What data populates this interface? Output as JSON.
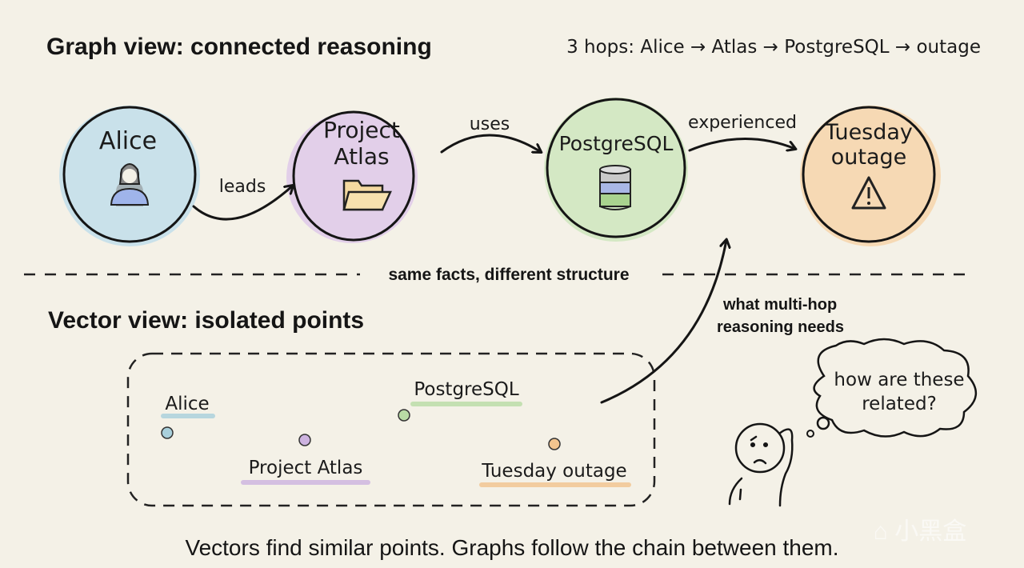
{
  "graph_view": {
    "title": "Graph view: connected reasoning",
    "hops_summary": "3 hops: Alice → Atlas → PostgreSQL → outage",
    "nodes": [
      {
        "line1": "Alice",
        "line2": "",
        "icon": "person-icon",
        "color": "#c9e1ea"
      },
      {
        "line1": "Project",
        "line2": "Atlas",
        "icon": "folder-icon",
        "color": "#e2cfe9"
      },
      {
        "line1": "PostgreSQL",
        "line2": "",
        "icon": "database-icon",
        "color": "#d4e8c4"
      },
      {
        "line1": "Tuesday",
        "line2": "outage",
        "icon": "warning-icon",
        "color": "#f6d9b4"
      }
    ],
    "edges": [
      {
        "label": "leads"
      },
      {
        "label": "uses"
      },
      {
        "label": "experienced"
      }
    ]
  },
  "divider_label": "same facts, different structure",
  "vector_view": {
    "title": "Vector view: isolated points",
    "points": [
      {
        "label": "Alice",
        "color": "#a9d0dc"
      },
      {
        "label": "Project Atlas",
        "color": "#cdb3e0"
      },
      {
        "label": "PostgreSQL",
        "color": "#b9dca5"
      },
      {
        "label": "Tuesday outage",
        "color": "#f2c48e"
      }
    ]
  },
  "multihop_note": {
    "line1": "what multi-hop",
    "line2": "reasoning needs"
  },
  "thought_bubble": {
    "line1": "how are these",
    "line2": "related?"
  },
  "caption": "Vectors find similar points. Graphs follow the chain between them.",
  "watermark": "小黑盒"
}
